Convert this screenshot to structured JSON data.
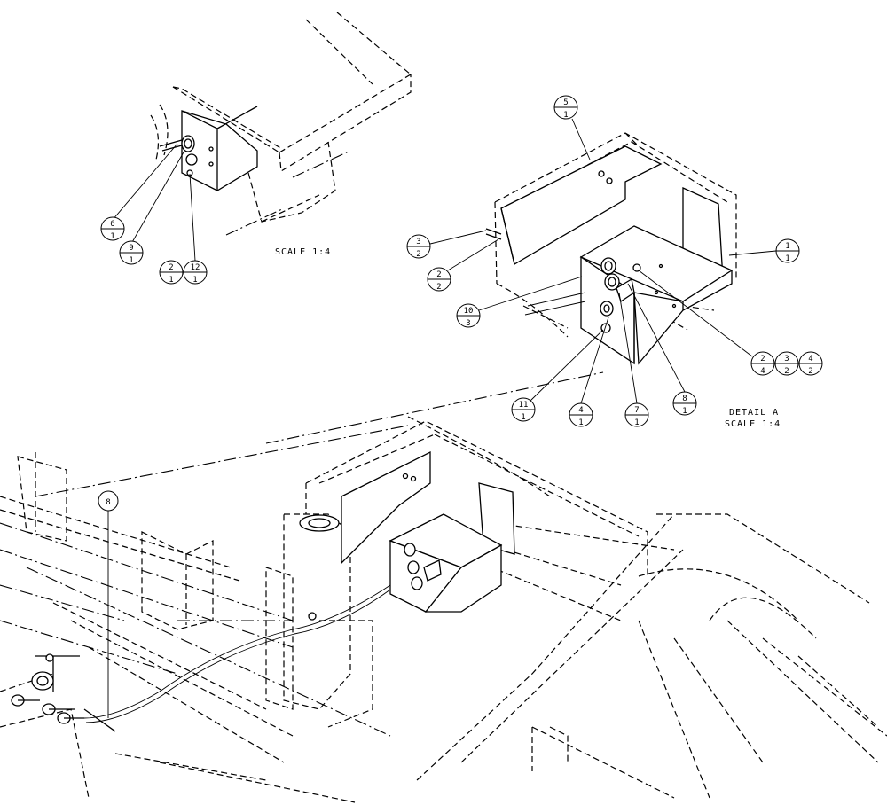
{
  "drawing": {
    "scale_label_top": "SCALE  1:4",
    "detail_label": "DETAIL  A",
    "detail_scale": "SCALE  1:4"
  },
  "balloons": [
    {
      "id": "b-6-1",
      "top": "6",
      "bottom": "1"
    },
    {
      "id": "b-9-1",
      "top": "9",
      "bottom": "1"
    },
    {
      "id": "b-2-1",
      "top": "2",
      "bottom": "1"
    },
    {
      "id": "b-12-1",
      "top": "12",
      "bottom": "1"
    },
    {
      "id": "b-5-1",
      "top": "5",
      "bottom": "1"
    },
    {
      "id": "b-3-2",
      "top": "3",
      "bottom": "2"
    },
    {
      "id": "b-2-2",
      "top": "2",
      "bottom": "2"
    },
    {
      "id": "b-1-1",
      "top": "1",
      "bottom": "1"
    },
    {
      "id": "b-10-3",
      "top": "10",
      "bottom": "3"
    },
    {
      "id": "b-2-4",
      "top": "2",
      "bottom": "4"
    },
    {
      "id": "b-3-2b",
      "top": "3",
      "bottom": "2"
    },
    {
      "id": "b-4-2",
      "top": "4",
      "bottom": "2"
    },
    {
      "id": "b-11-1",
      "top": "11",
      "bottom": "1"
    },
    {
      "id": "b-4-1",
      "top": "4",
      "bottom": "1"
    },
    {
      "id": "b-7-1",
      "top": "7",
      "bottom": "1"
    },
    {
      "id": "b-8-1",
      "top": "8",
      "bottom": "1"
    }
  ],
  "main_balloon": {
    "label": "8"
  },
  "icons": {
    "balloon": "item-balloon-icon"
  }
}
